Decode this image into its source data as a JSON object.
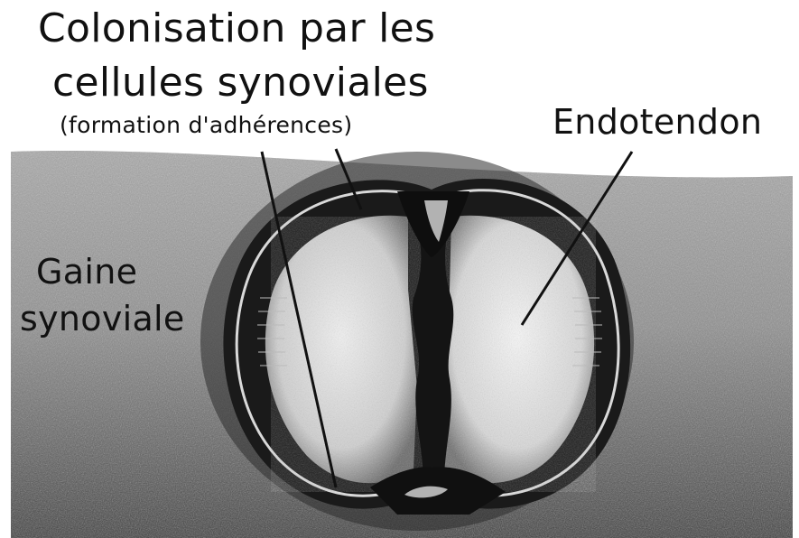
{
  "labels": {
    "colonisation_line1": "Colonisation par les",
    "colonisation_line2": "cellules synoviales",
    "colonisation_line3": "(formation d'adhérences)",
    "endotendon": "Endotendon",
    "gaine_line1": "Gaine",
    "gaine_line2": "synoviale"
  },
  "colors": {
    "sheath_fill": "#8a8a8a",
    "sheath_dark": "#2a2a2a",
    "tendon_light": "#e6e6e6",
    "ink": "#111111",
    "background": "#ffffff"
  }
}
